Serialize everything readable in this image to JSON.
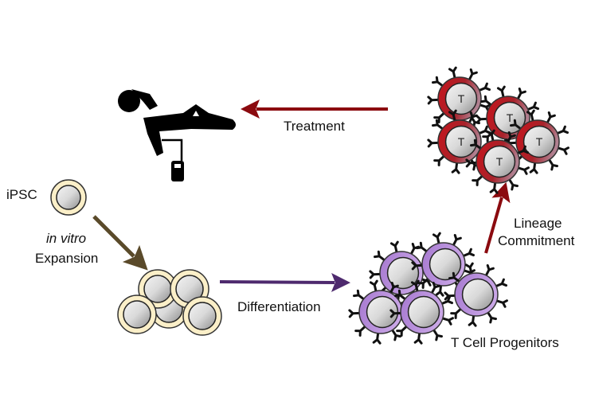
{
  "labels": {
    "ipsc": "iPSC",
    "expansion_line1": "in vitro",
    "expansion_line2": "Expansion",
    "differentiation": "Differentiation",
    "progenitors": "T Cell Progenitors",
    "lineage_line1": "Lineage",
    "lineage_line2": "Commitment",
    "treatment": "Treatment",
    "t_cell_marker": "T"
  },
  "colors": {
    "ipsc_ring": "#fbefc8",
    "nucleus": "#d7d7d7",
    "progenitor_ring": "#b58ad8",
    "tcell_ring": "#b51f26",
    "expansion_arrow": "#5a4a2a",
    "differentiation_arrow": "#4e2a6e",
    "red_arrow": "#8b0a0f",
    "patient": "#000000"
  },
  "stages": [
    {
      "name": "iPSC",
      "count": 1
    },
    {
      "name": "Expanded iPSCs",
      "count": 5
    },
    {
      "name": "T Cell Progenitors",
      "count": 5
    },
    {
      "name": "T Cells",
      "count": 5
    },
    {
      "name": "Patient",
      "count": 1
    }
  ]
}
